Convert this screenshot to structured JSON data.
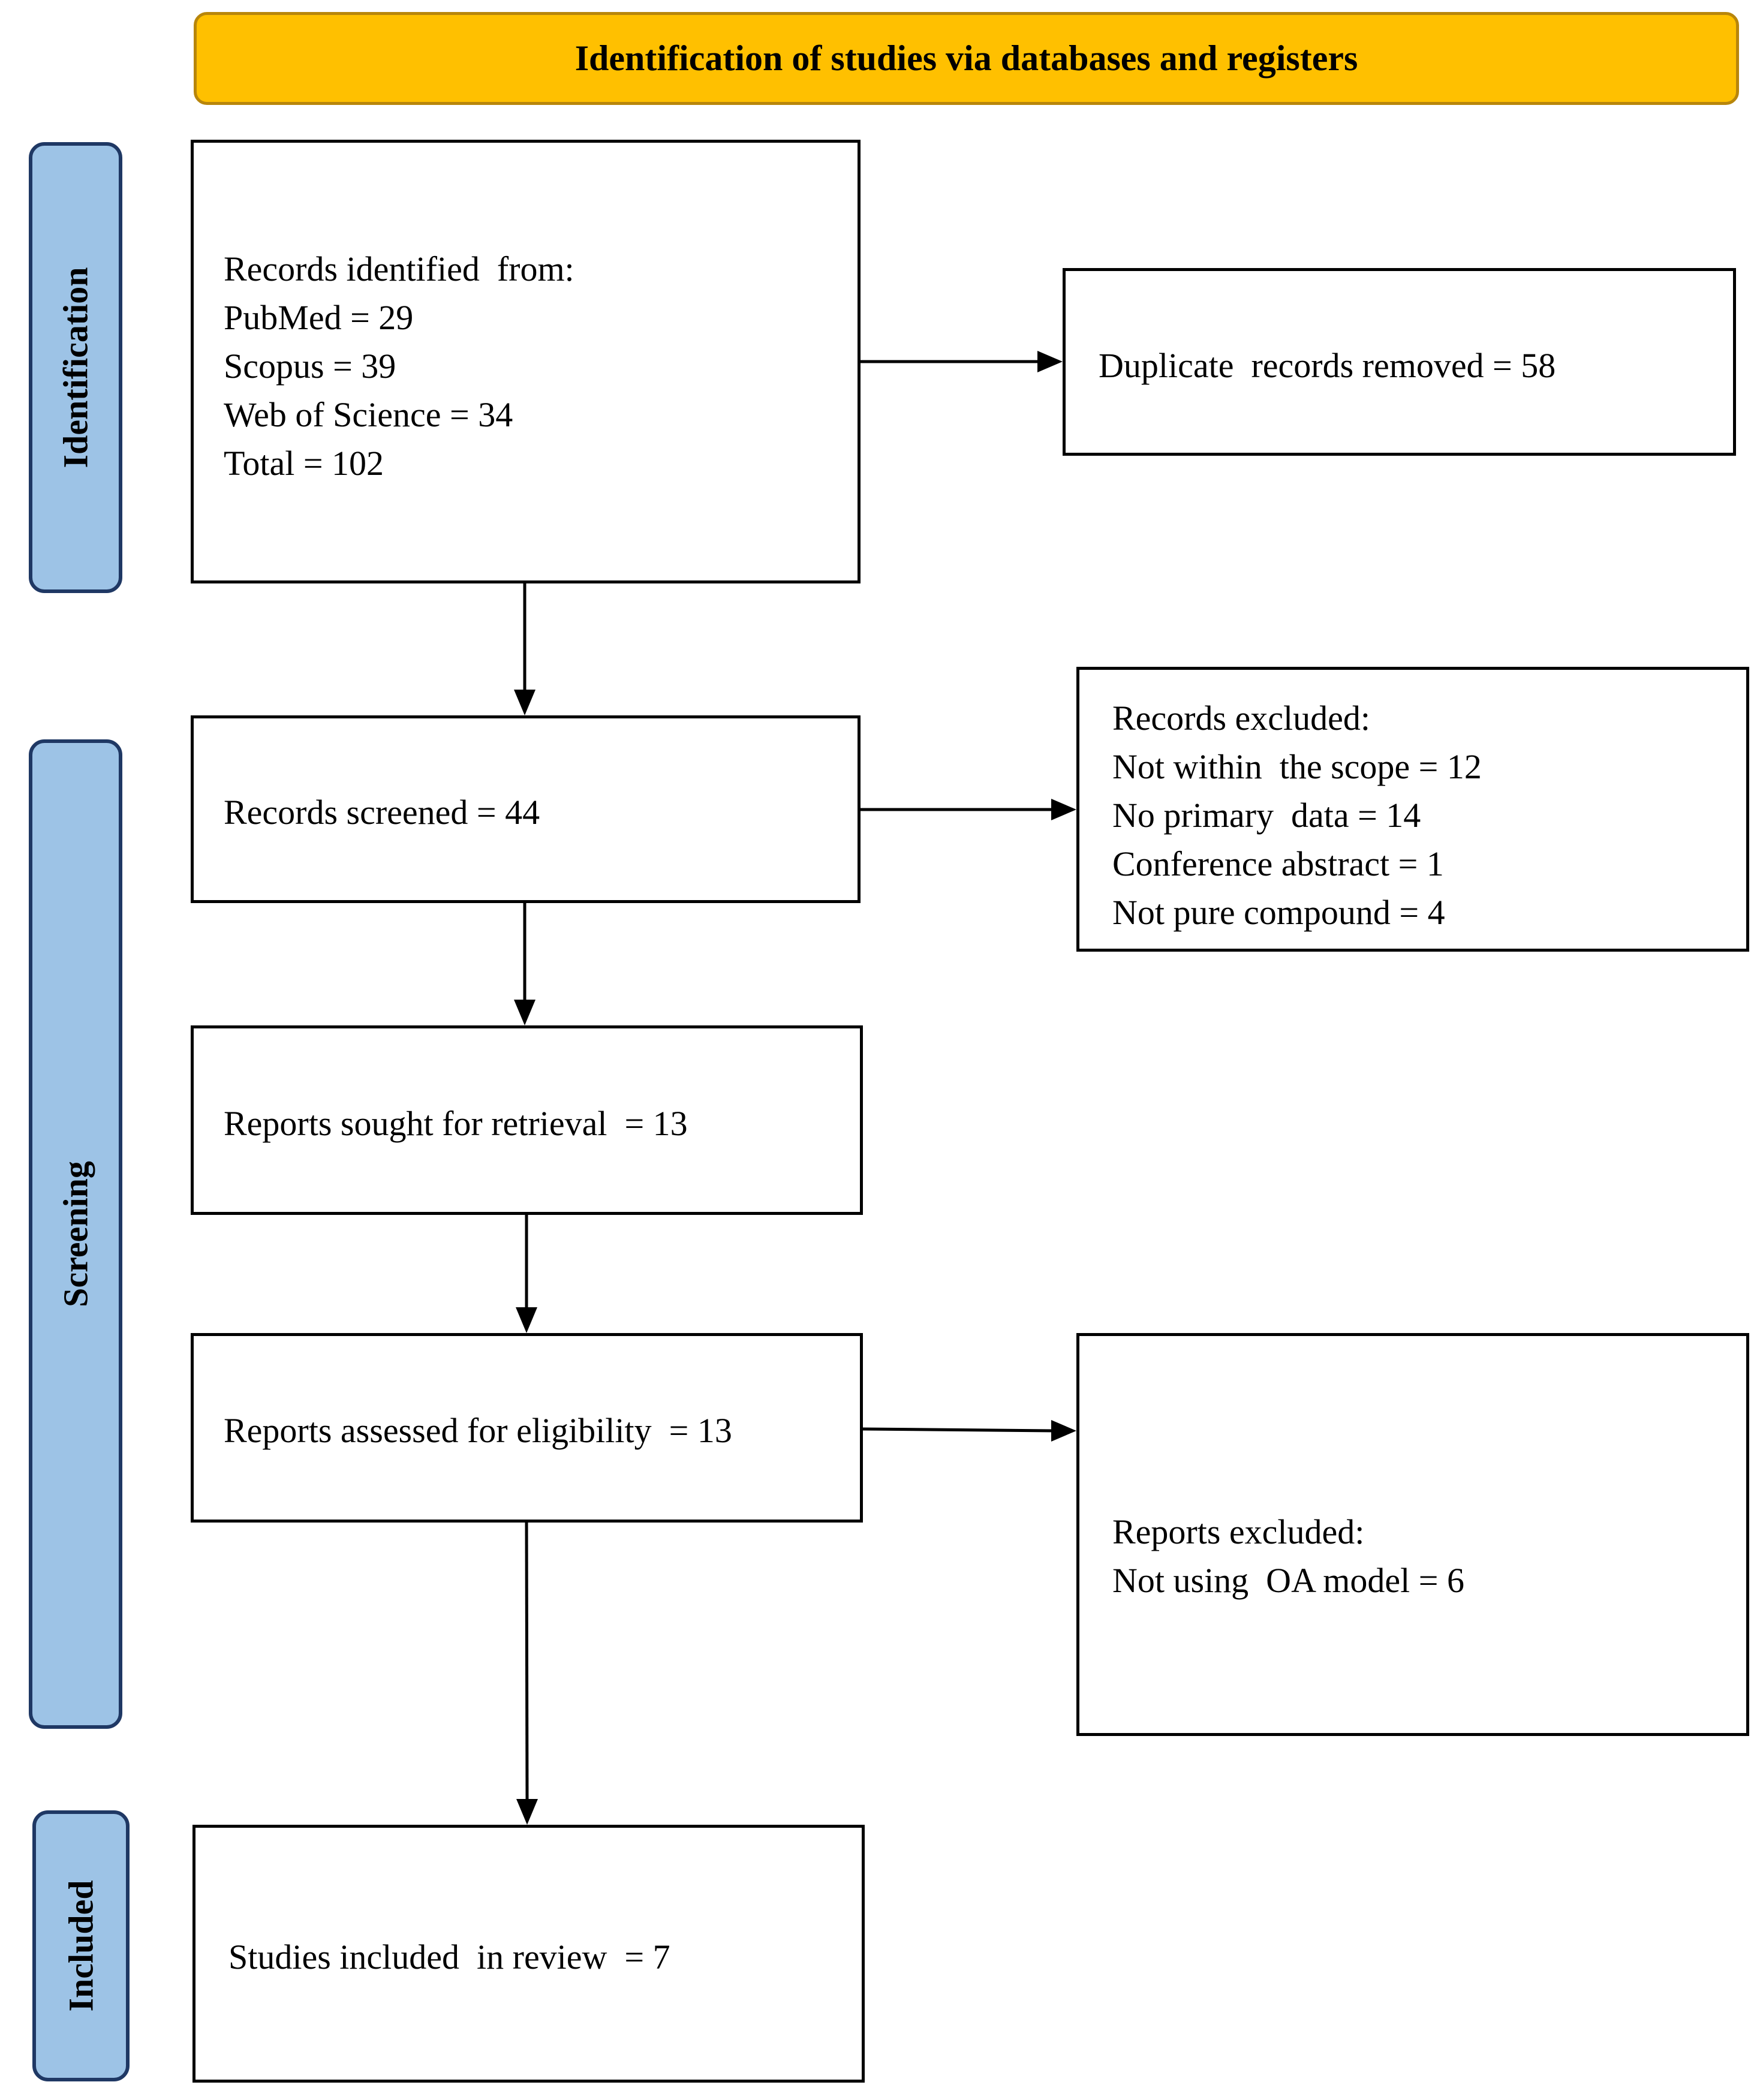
{
  "header": {
    "title": "Identification of studies via databases and registers"
  },
  "phases": {
    "identification": "Identification",
    "screening": "Screening",
    "included": "Included"
  },
  "boxes": {
    "records_identified": {
      "lines": [
        "Records identified  from:",
        "PubMed = 29",
        "Scopus = 39",
        "Web of Science = 34",
        "Total = 102"
      ]
    },
    "duplicates_removed": {
      "lines": [
        "Duplicate  records removed = 58"
      ]
    },
    "records_screened": {
      "lines": [
        "Records screened = 44"
      ]
    },
    "records_excluded": {
      "lines": [
        "Records excluded:",
        "Not within  the scope = 12",
        "No primary  data = 14",
        "Conference abstract = 1",
        "Not pure compound = 4"
      ]
    },
    "reports_sought": {
      "lines": [
        "Reports sought for retrieval  = 13"
      ]
    },
    "reports_assessed": {
      "lines": [
        "Reports assessed for eligibility  = 13"
      ]
    },
    "reports_excluded": {
      "lines": [
        "Reports excluded:",
        "Not using  OA model = 6"
      ]
    },
    "studies_included": {
      "lines": [
        "Studies included  in review  = 7"
      ]
    }
  },
  "colors": {
    "header_fill": "#FFC000",
    "phase_fill": "#9DC3E6",
    "phase_border": "#1F3864"
  }
}
